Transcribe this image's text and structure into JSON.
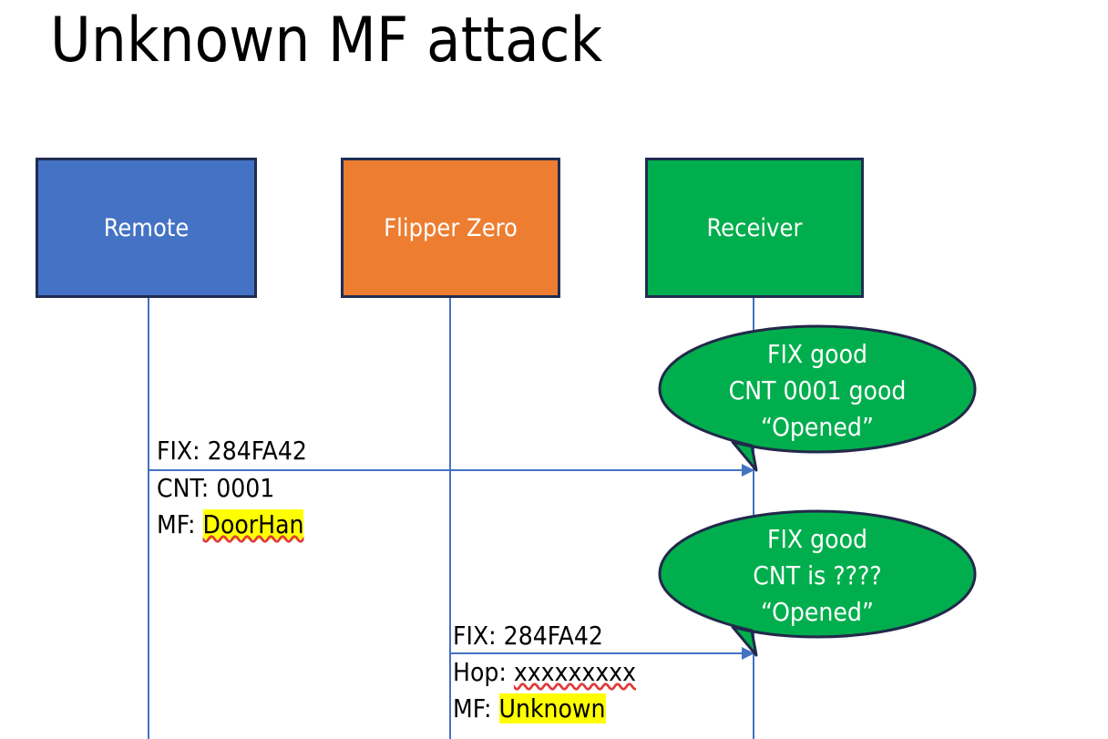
{
  "slide": {
    "title": "Unknown MF attack",
    "background": "#FFFFFF"
  },
  "colors": {
    "remote_fill": "#4472C4",
    "flipper_fill": "#ED7D31",
    "receiver_fill": "#00AE4D",
    "box_border": "#1F2D52",
    "lifeline": "#4472C4",
    "arrow": "#4472C4",
    "highlight": "#FFFF00",
    "bubble_fill": "#00AE4D",
    "bubble_border": "#1F2D52",
    "text_dark": "#000000",
    "text_light": "#FFFFFF",
    "spellcheck_underline": "#E03A3A"
  },
  "actors": [
    {
      "id": "remote",
      "label": "Remote"
    },
    {
      "id": "flipper",
      "label": "Flipper Zero"
    },
    {
      "id": "receiver",
      "label": "Receiver"
    }
  ],
  "messages": [
    {
      "id": "msg-1",
      "from": "remote",
      "to": "receiver",
      "lines": [
        {
          "prefix": "FIX: ",
          "value": "284FA42",
          "highlight": false,
          "spellcheck": false
        },
        {
          "prefix": "CNT: ",
          "value": "0001",
          "highlight": false,
          "spellcheck": false
        },
        {
          "prefix": "MF: ",
          "value": "DoorHan",
          "highlight": true,
          "spellcheck": true
        }
      ]
    },
    {
      "id": "msg-2",
      "from": "flipper",
      "to": "receiver",
      "lines": [
        {
          "prefix": "FIX: ",
          "value": "284FA42",
          "highlight": false,
          "spellcheck": false
        },
        {
          "prefix": "Hop: ",
          "value": "xxxxxxxxx",
          "highlight": false,
          "spellcheck": true
        },
        {
          "prefix": "MF: ",
          "value": "Unknown",
          "highlight": true,
          "spellcheck": false
        }
      ]
    }
  ],
  "bubbles": [
    {
      "id": "bubble-1",
      "owner": "receiver",
      "lines": [
        "FIX good",
        "CNT 0001 good",
        "“Opened”"
      ]
    },
    {
      "id": "bubble-2",
      "owner": "receiver",
      "lines": [
        "FIX good",
        "CNT is ????",
        "“Opened”"
      ]
    }
  ]
}
